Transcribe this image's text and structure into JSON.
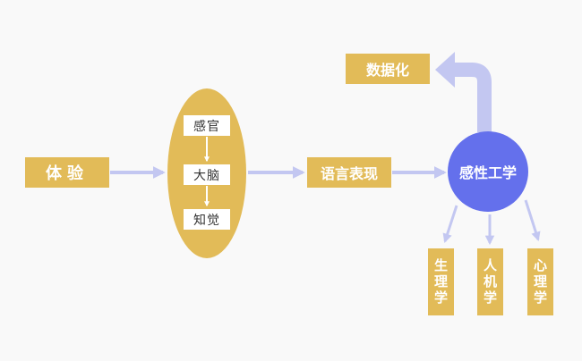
{
  "nodes": {
    "experience": "体验",
    "senses": "感官",
    "brain": "大脑",
    "perception": "知觉",
    "language": "语言表现",
    "datafication": "数据化",
    "kansei": "感性工学",
    "physiology": "生理学",
    "ergonomics": "人机学",
    "psychology": "心理学"
  },
  "colors": {
    "box": "#e2bb58",
    "circle": "#6470ec",
    "arrow": "#c3c7f1",
    "background": "#f9f9f9"
  }
}
